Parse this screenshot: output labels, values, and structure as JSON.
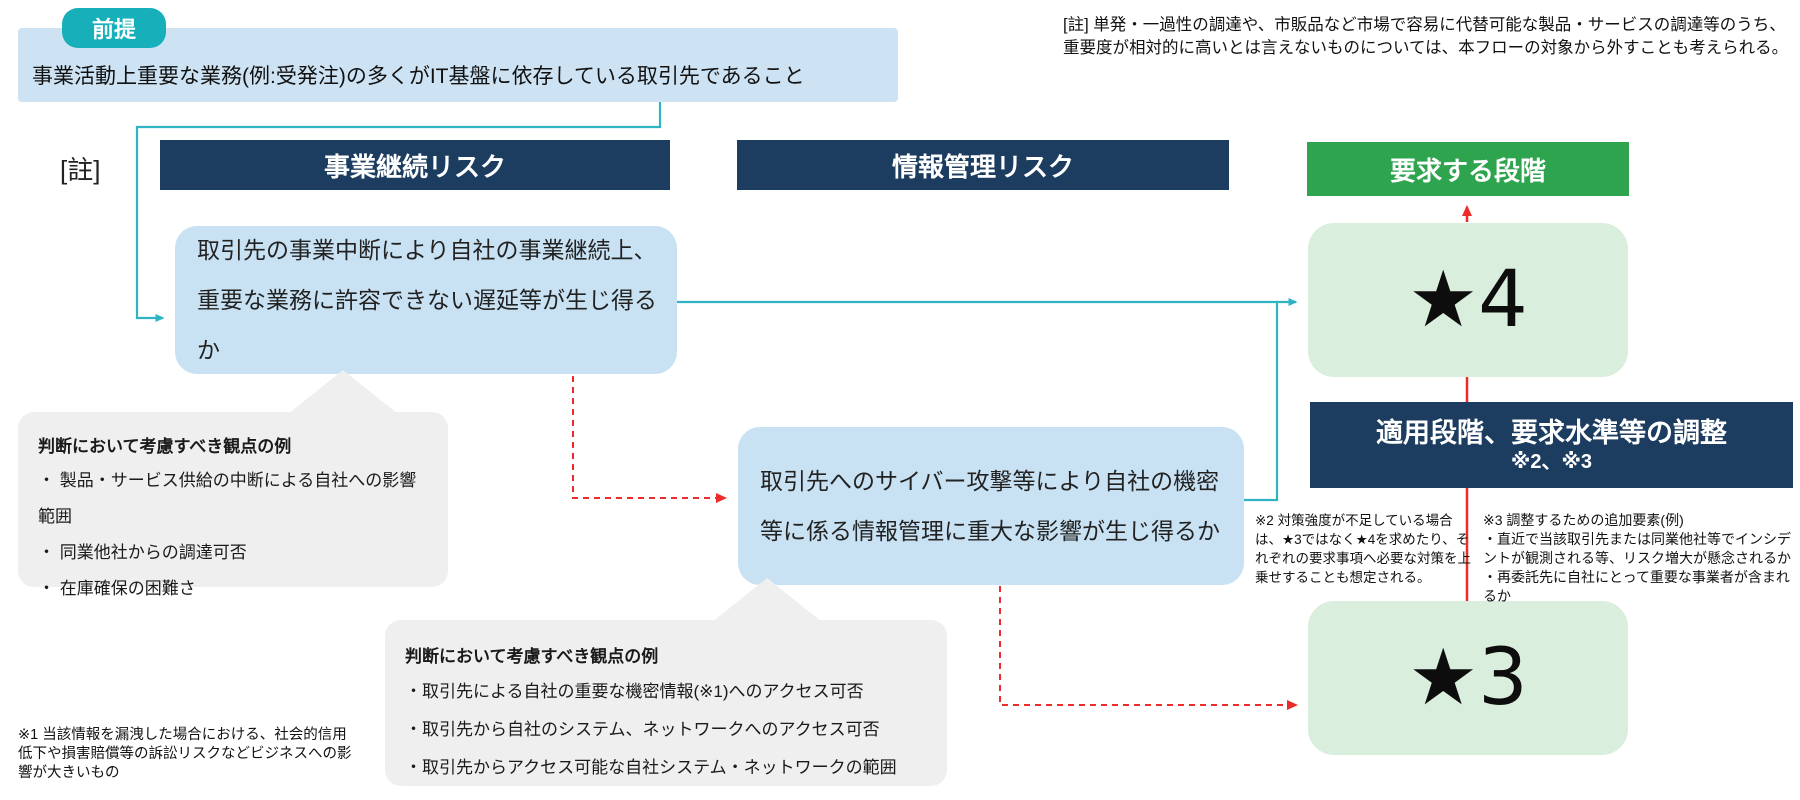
{
  "colors": {
    "teal_badge": "#17b0ba",
    "teal_connector": "#2fb4c4",
    "light_blue_box": "#c9e2f3",
    "navy_header": "#1c3c60",
    "green_header": "#2ea44f",
    "light_green_box": "#d9eedd",
    "gray_callout": "#efefef",
    "red_connector": "#ee2b2b"
  },
  "premise": {
    "badge": "前提",
    "text": "事業活動上重要な業務(例:受発注)の多くがIT基盤に依存している取引先であること"
  },
  "top_note": {
    "line1": "[註] 単発・一過性の調達や、市販品など市場で容易に代替可能な製品・サービスの調達等のうち、",
    "line2": "重要度が相対的に高いとは言えないものについては、本フローの対象から外すことも考えられる。"
  },
  "chu_label": "[註]",
  "headers": {
    "business": "事業継続リスク",
    "info": "情報管理リスク",
    "stage": "要求する段階"
  },
  "boxes": {
    "business_risk": {
      "line1": "取引先の事業中断により自社の事業継続上、",
      "line2": "重要な業務に許容できない遅延等が生じ得るか"
    },
    "info_risk": {
      "line1": "取引先へのサイバー攻撃等により自社の機密",
      "line2": "等に係る情報管理に重大な影響が生じ得るか"
    },
    "star4": "★4",
    "star3": "★3",
    "adjustment": {
      "line1": "適用段階、要求水準等の調整",
      "line2": "※2、※3"
    }
  },
  "callouts": {
    "business": {
      "title": "判断において考慮すべき観点の例",
      "items": [
        "・ 製品・サービス供給の中断による自社への影響範囲",
        "・ 同業他社からの調達可否",
        "・ 在庫確保の困難さ"
      ]
    },
    "info": {
      "title": "判断において考慮すべき観点の例",
      "items": [
        "・取引先による自社の重要な機密情報(※1)へのアクセス可否",
        "・取引先から自社のシステム、ネットワークへのアクセス可否",
        "・取引先からアクセス可能な自社システム・ネットワークの範囲"
      ]
    }
  },
  "footnotes": {
    "note1": "※1 当該情報を漏洩した場合における、社会的信用低下や損害賠償等の訴訟リスクなどビジネスへの影響が大きいもの",
    "note2": "※2 対策強度が不足している場合は、★3ではなく★4を求めたり、それぞれの要求事項へ必要な対策を上乗せすることも想定される。",
    "note3": {
      "title": "※3 調整するための追加要素(例)",
      "items": [
        "・直近で当該取引先または同業他社等でインシデントが観測される等、リスク増大が懸念されるか",
        "・再委託先に自社にとって重要な事業者が含まれるか"
      ]
    }
  }
}
